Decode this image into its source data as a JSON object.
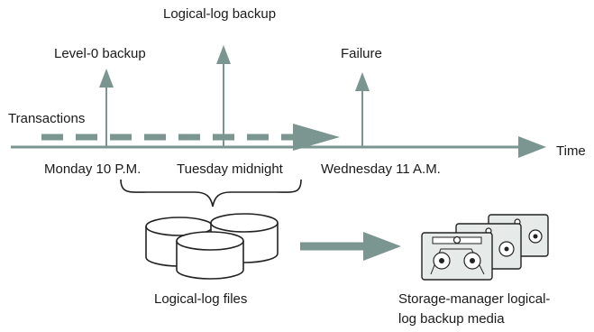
{
  "labels": {
    "logical_log_backup": "Logical-log backup",
    "level0_backup": "Level-0 backup",
    "failure": "Failure",
    "transactions": "Transactions",
    "time": "Time",
    "monday": "Monday 10 P.M.",
    "tuesday": "Tuesday midnight",
    "wednesday": "Wednesday 11 A.M.",
    "log_files": "Logical-log files",
    "media_line1": "Storage-manager logical-",
    "media_line2": "log backup media"
  },
  "colors": {
    "accent": "#7b9590",
    "stroke": "#222222",
    "tape_fill": "#e6ebea"
  }
}
